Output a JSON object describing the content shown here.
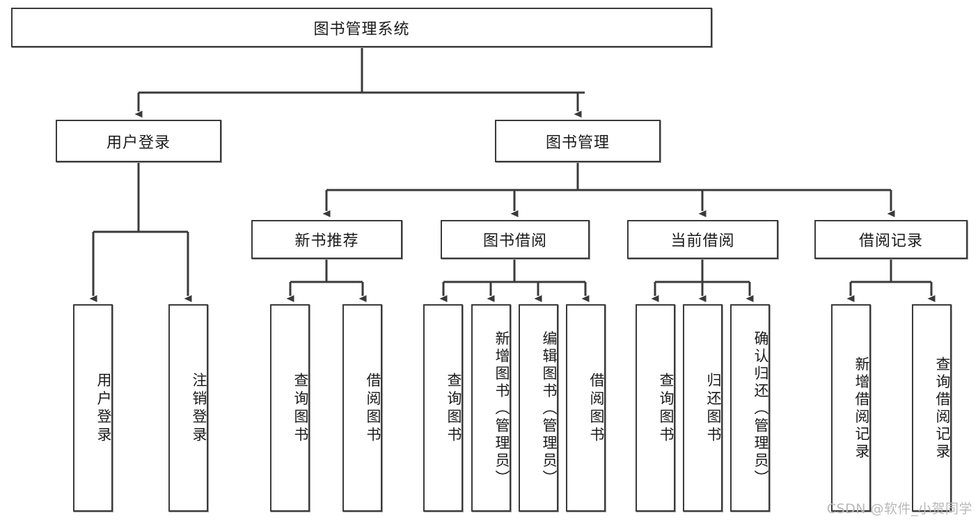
{
  "diagram": {
    "type": "tree",
    "title": "图书管理系统",
    "orientation": "top-down",
    "background_color": "#ffffff",
    "node_border_color": "#3a3a3a",
    "node_fill_color": "#ffffff",
    "text_color": "#1a1a1a",
    "levels": 4
  },
  "watermark": {
    "text": "CSDN @软件_小贺同学",
    "color": "#b9b9b9"
  },
  "nodes": {
    "root": {
      "label": "图书管理系统",
      "level": 1,
      "orientation": "horizontal"
    },
    "l2": [
      {
        "id": "user-login",
        "label": "用户登录",
        "level": 2,
        "orientation": "horizontal"
      },
      {
        "id": "book-manage",
        "label": "图书管理",
        "level": 2,
        "orientation": "horizontal"
      }
    ],
    "l3": [
      {
        "id": "new-book-recommend",
        "label": "新书推荐",
        "level": 3,
        "orientation": "horizontal",
        "parent": "book-manage"
      },
      {
        "id": "book-borrow",
        "label": "图书借阅",
        "level": 3,
        "orientation": "horizontal",
        "parent": "book-manage"
      },
      {
        "id": "current-borrow",
        "label": "当前借阅",
        "level": 3,
        "orientation": "horizontal",
        "parent": "book-manage"
      },
      {
        "id": "borrow-record",
        "label": "借阅记录",
        "level": 3,
        "orientation": "horizontal",
        "parent": "book-manage"
      }
    ],
    "leaves": [
      {
        "id": "leaf-user-login",
        "label": "用户登录",
        "parent": "user-login"
      },
      {
        "id": "leaf-logout-login",
        "label": "注销登录",
        "parent": "user-login"
      },
      {
        "id": "leaf-query-book-1",
        "label": "查询图书",
        "parent": "new-book-recommend"
      },
      {
        "id": "leaf-borrow-book-1",
        "label": "借阅图书",
        "parent": "new-book-recommend"
      },
      {
        "id": "leaf-query-book-2",
        "label": "查询图书",
        "parent": "book-borrow"
      },
      {
        "id": "leaf-add-book",
        "label": "新增图书（管理员）",
        "parent": "book-borrow"
      },
      {
        "id": "leaf-edit-book",
        "label": "编辑图书（管理员）",
        "parent": "book-borrow"
      },
      {
        "id": "leaf-borrow-book-2",
        "label": "借阅图书",
        "parent": "book-borrow"
      },
      {
        "id": "leaf-query-book-3",
        "label": "查询图书",
        "parent": "current-borrow"
      },
      {
        "id": "leaf-return-book",
        "label": "归还图书",
        "parent": "current-borrow"
      },
      {
        "id": "leaf-confirm-return",
        "label": "确认归还（管理员）",
        "parent": "current-borrow"
      },
      {
        "id": "leaf-add-record",
        "label": "新增借阅记录",
        "parent": "borrow-record"
      },
      {
        "id": "leaf-query-record",
        "label": "查询借阅记录",
        "parent": "borrow-record"
      }
    ]
  }
}
